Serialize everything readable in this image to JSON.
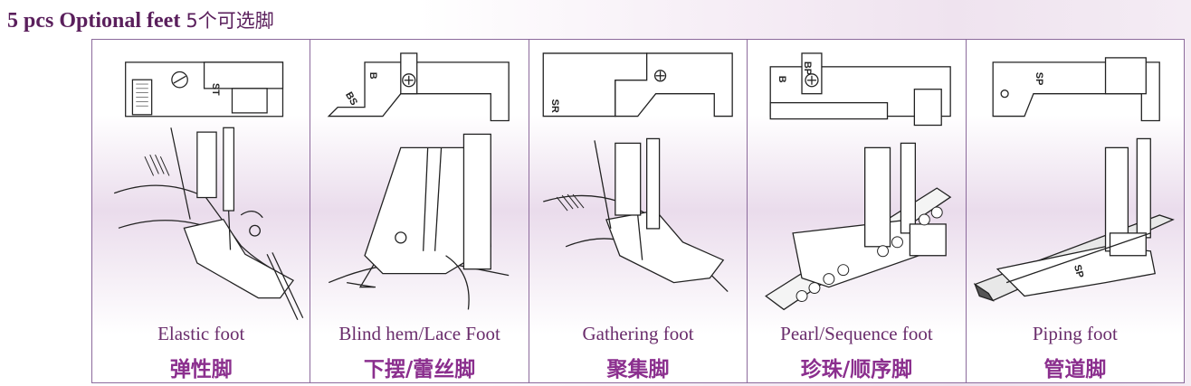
{
  "header": {
    "title_en": "5 pcs Optional feet ",
    "title_cn": "5个可选脚"
  },
  "panels": [
    {
      "label_en": "Elastic foot",
      "label_cn": "弹性脚",
      "foot_code": "ST"
    },
    {
      "label_en": "Blind hem/Lace Foot",
      "label_cn": "下摆/蕾丝脚",
      "foot_code": "B",
      "foot_code_2": "BS"
    },
    {
      "label_en": "Gathering foot",
      "label_cn": "聚集脚",
      "foot_code": "SR"
    },
    {
      "label_en": "Pearl/Sequence foot",
      "label_cn": "珍珠/顺序脚",
      "foot_code": "B",
      "foot_code_2": "BP"
    },
    {
      "label_en": "Piping foot",
      "label_cn": "管道脚",
      "foot_code": "SP",
      "foot_code_2": "SP"
    }
  ],
  "colors": {
    "title": "#5a1f5c",
    "label_en": "#6a2d6c",
    "label_cn": "#8b2f8e",
    "border": "#8c6a9c"
  }
}
